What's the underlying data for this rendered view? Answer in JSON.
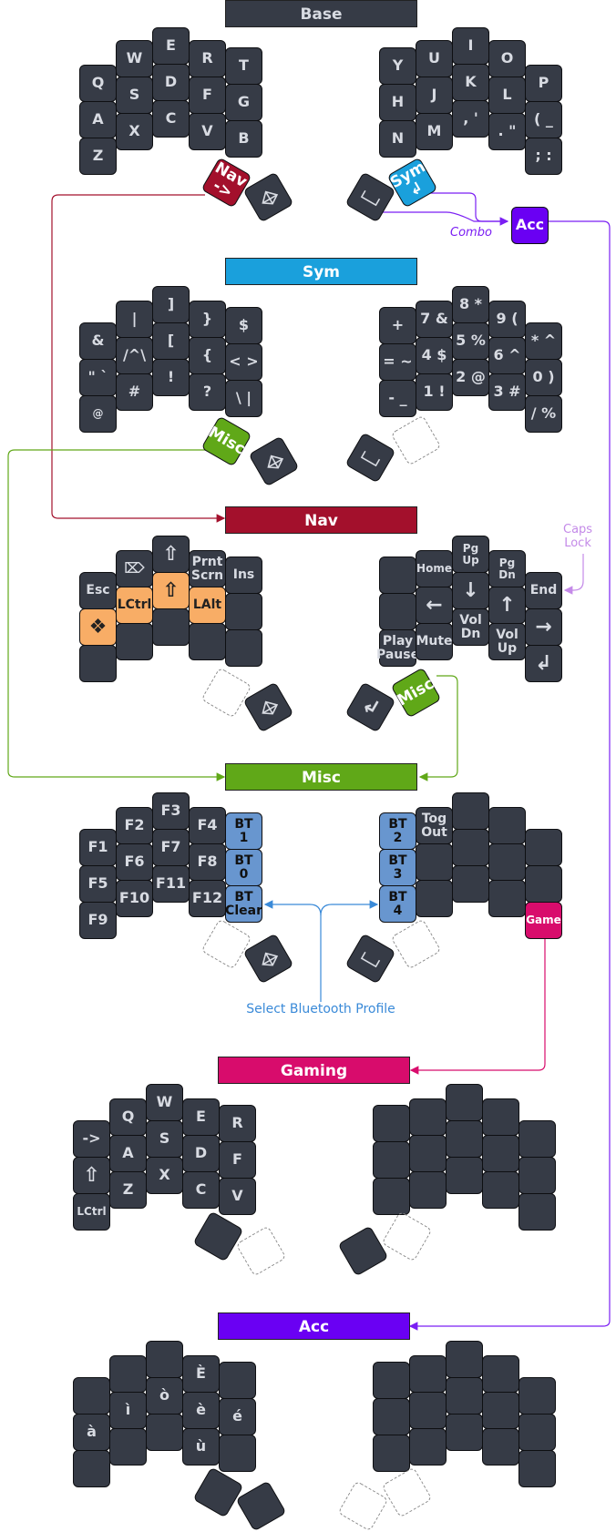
{
  "layers": {
    "base": "Base",
    "sym": "Sym",
    "nav": "Nav",
    "misc": "Misc",
    "gaming": "Gaming",
    "acc": "Acc"
  },
  "colors": {
    "base": "#363b46",
    "sym": "#1aa0dc",
    "nav": "#a3102c",
    "misc": "#60a818",
    "gaming": "#d80c6c",
    "acc": "#6a00f3",
    "highlight": "#f8ad66",
    "bluetooth": "#6896cf"
  },
  "base": {
    "left": [
      "Q",
      "W",
      "E",
      "R",
      "T",
      "A",
      "S",
      "D",
      "F",
      "G",
      "Z",
      "X",
      "C",
      "V",
      "B"
    ],
    "right": [
      "Y",
      "U",
      "I",
      "O",
      "P",
      "H",
      "J",
      "K",
      "L",
      "( _",
      "N",
      "M",
      ", '",
      ". \"",
      "; :"
    ],
    "thumb_left_layer": "Nav\n->",
    "thumb_left_icon": "space-icon",
    "thumb_right_icon": "backspace-icon",
    "thumb_right_layer": "Sym\n↲"
  },
  "sym": {
    "left": [
      "|",
      "]",
      "}",
      "$",
      "&",
      "/^\\",
      "[",
      "{",
      "< >",
      "\" `",
      "#",
      "!",
      "?",
      "\\ |",
      "@"
    ],
    "right": [
      "+",
      "7 &",
      "8 *",
      "9 (",
      "* ^",
      "= ~",
      "4 $",
      "5 %",
      "6 ^",
      "0 )",
      "- _",
      "1 !",
      "2 @",
      "3 #",
      "/ %"
    ],
    "thumb_left_layer": "Misc"
  },
  "nav": {
    "left": [
      "⌦",
      "⇧",
      "Prnt\nScrn",
      "Ins",
      "Esc",
      "LCtrl",
      "⇧",
      "LAlt",
      "❖"
    ],
    "right": [
      "Home",
      "Pg Up",
      "Pg Dn",
      "←",
      "↓",
      "↑",
      "End",
      "Vol\nDn",
      "Vol\nUp",
      "→",
      "Play\nPause",
      "Mute",
      "↲"
    ],
    "thumb_right_icon": "↲",
    "thumb_right_layer": "Misc"
  },
  "misc": {
    "left": [
      "F3",
      "F2",
      "F4",
      "F1",
      "F7",
      "F6",
      "F8",
      "F5",
      "F11",
      "F10",
      "F12",
      "F9"
    ],
    "bt_left": [
      "BT\n1",
      "BT\n0",
      "BT\nClear"
    ],
    "bt_right": [
      "BT\n2",
      "BT\n3",
      "BT\n4"
    ],
    "right": [
      "Tog\nOut"
    ],
    "game_key": "Game"
  },
  "gaming": {
    "left": [
      "W",
      "Q",
      "E",
      "R",
      "->",
      "A",
      "S",
      "D",
      "F",
      "⇧",
      "Z",
      "X",
      "C",
      "V",
      "LCtrl"
    ]
  },
  "acc": {
    "left": [
      "È",
      "ì",
      "ò",
      "è",
      "é",
      "à",
      "ù"
    ]
  },
  "annotations": {
    "combo": "Combo",
    "acc_key": "Acc",
    "caps_lock": "Caps\nLock",
    "bluetooth": "Select Bluetooth Profile"
  }
}
